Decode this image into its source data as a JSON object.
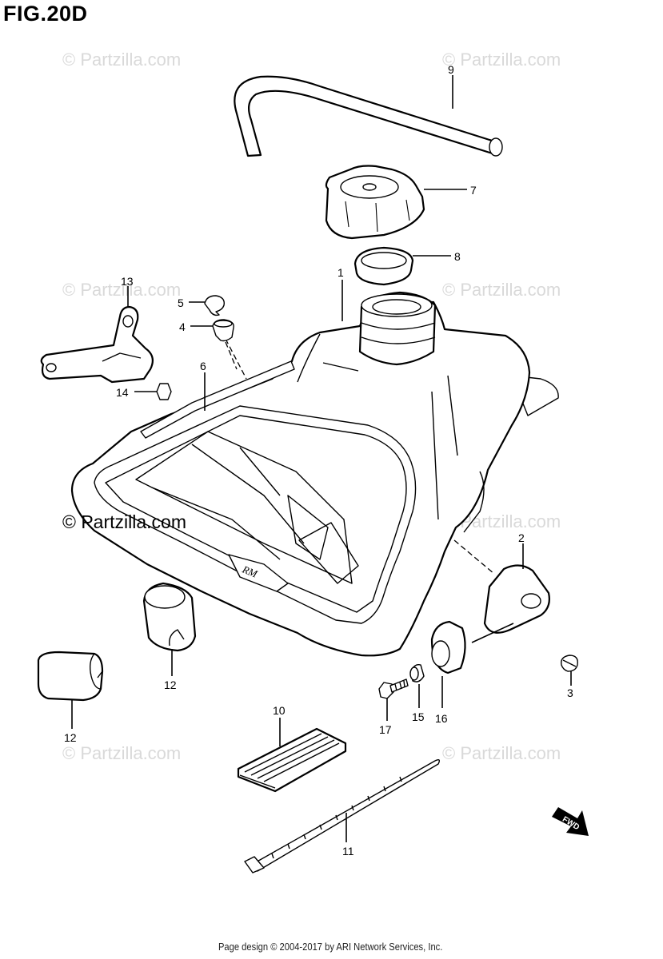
{
  "figure": {
    "title": "FIG.20D"
  },
  "watermark": {
    "text": "© Partzilla.com",
    "main_text": "© Partzilla.com"
  },
  "badge": {
    "text": "FWD"
  },
  "decal": {
    "text": "RM"
  },
  "callouts": {
    "c1": "1",
    "c2": "2",
    "c3": "3",
    "c4": "4",
    "c5": "5",
    "c6": "6",
    "c7": "7",
    "c8": "8",
    "c9": "9",
    "c10": "10",
    "c11": "11",
    "c12a": "12",
    "c12b": "12",
    "c13": "13",
    "c14": "14",
    "c15": "15",
    "c16": "16",
    "c17": "17"
  },
  "footer": {
    "text": "Page design © 2004-2017 by ARI Network Services, Inc."
  }
}
